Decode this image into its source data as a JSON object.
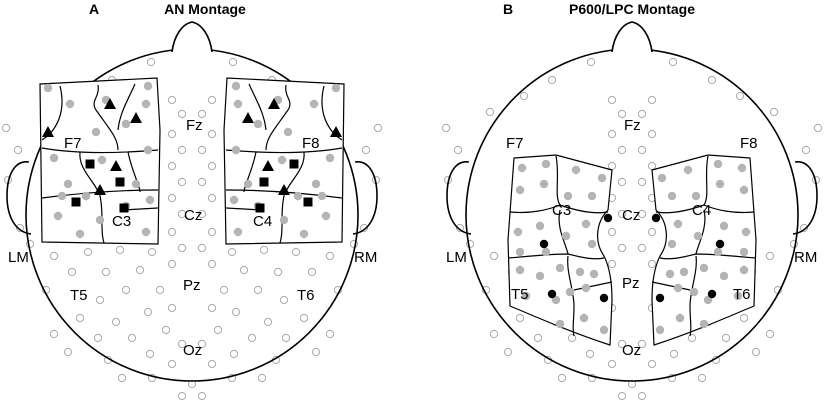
{
  "panels": [
    {
      "letter": "A",
      "title": "AN Montage",
      "labels": {
        "fz": "Fz",
        "cz": "Cz",
        "pz": "Pz",
        "oz": "Oz",
        "f7": "F7",
        "f8": "F8",
        "c3": "C3",
        "c4": "C4",
        "t5": "T5",
        "t6": "T6",
        "lm": "LM",
        "rm": "RM"
      },
      "marker_legend": [
        "triangle",
        "square"
      ]
    },
    {
      "letter": "B",
      "title": "P600/LPC Montage",
      "labels": {
        "fz": "Fz",
        "cz": "Cz",
        "pz": "Pz",
        "oz": "Oz",
        "f7": "F7",
        "f8": "F8",
        "c3": "C3",
        "c4": "C4",
        "t5": "T5",
        "t6": "T6",
        "lm": "LM",
        "rm": "RM"
      },
      "marker_legend": [
        "dot"
      ]
    }
  ],
  "colors": {
    "outline": "#000000",
    "electrode_open_stroke": "#a8a8a8",
    "electrode_selected_fill": "#b4b4b4",
    "marker": "#000000"
  }
}
